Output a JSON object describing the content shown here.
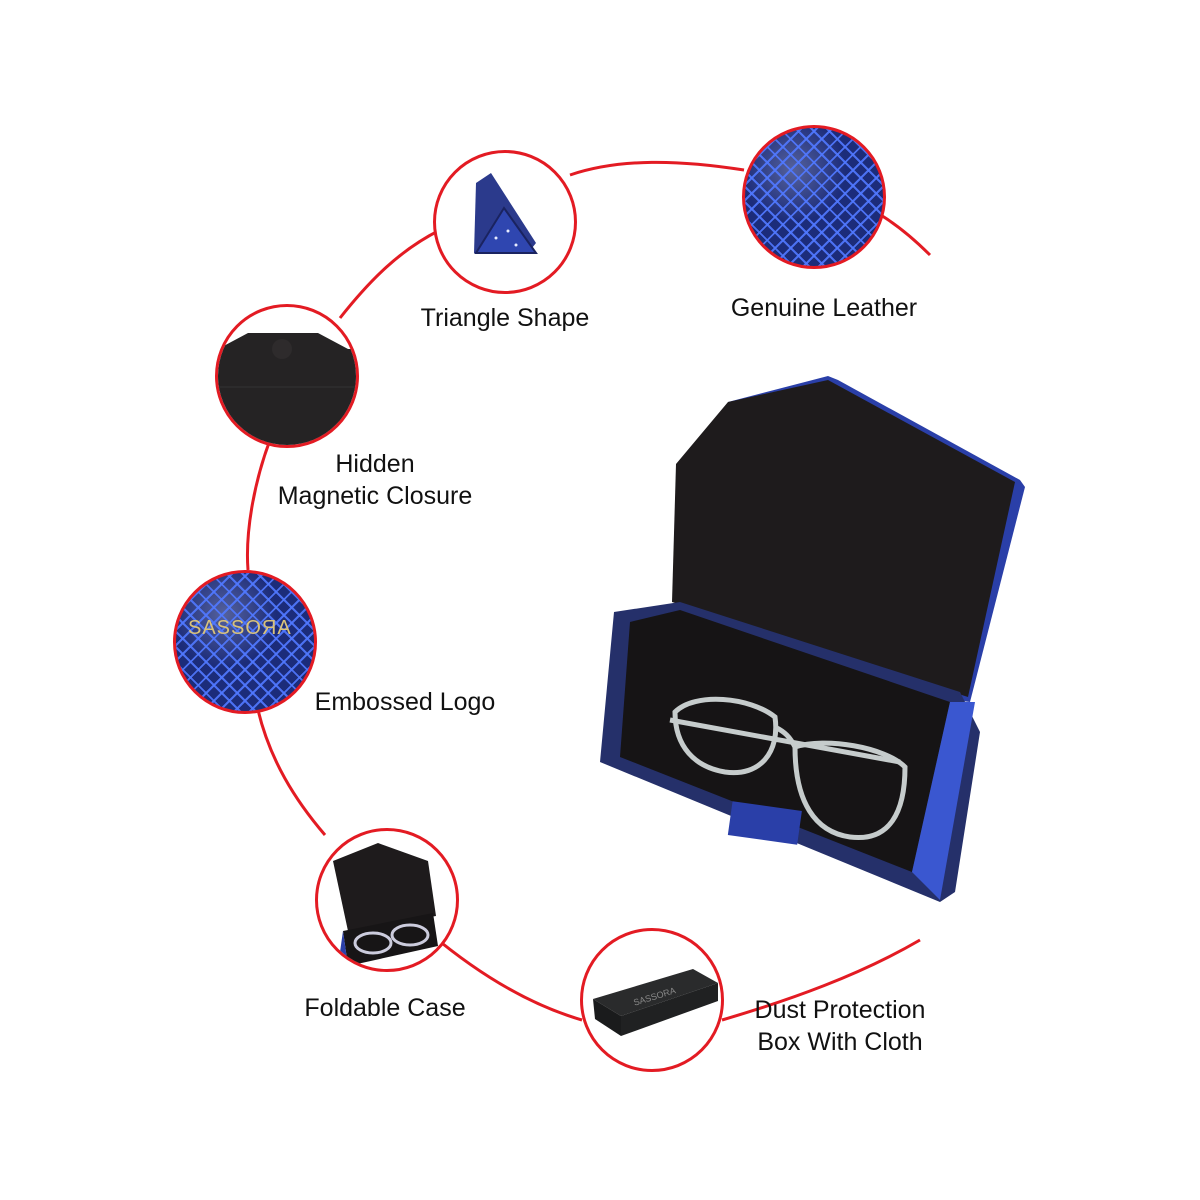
{
  "features": [
    {
      "id": "triangle-shape",
      "label": "Triangle Shape",
      "image": "triangle-case-side-view"
    },
    {
      "id": "genuine-leather",
      "label": "Genuine Leather",
      "image": "blue-snakeskin-leather-texture"
    },
    {
      "id": "hidden-magnetic-closure",
      "label_line1": "Hidden",
      "label_line2": "Magnetic Closure",
      "image": "case-flap-interior"
    },
    {
      "id": "embossed-logo",
      "label": "Embossed Logo",
      "image": "leather-with-logo",
      "logo_text": "SASSOЯA"
    },
    {
      "id": "foldable-case",
      "label": "Foldable Case",
      "image": "open-case-with-glasses"
    },
    {
      "id": "dust-protection-box",
      "label_line1": "Dust Protection",
      "label_line2": "Box With Cloth",
      "image": "black-gift-box",
      "box_text": "SASSORA"
    }
  ],
  "main_image": "open-blue-leather-triangle-eyeglass-case-with-clear-frame-glasses",
  "colors": {
    "accent_line": "#e31b23",
    "leather_blue": "#2a3fa8",
    "lining": "#1e1b1c"
  }
}
